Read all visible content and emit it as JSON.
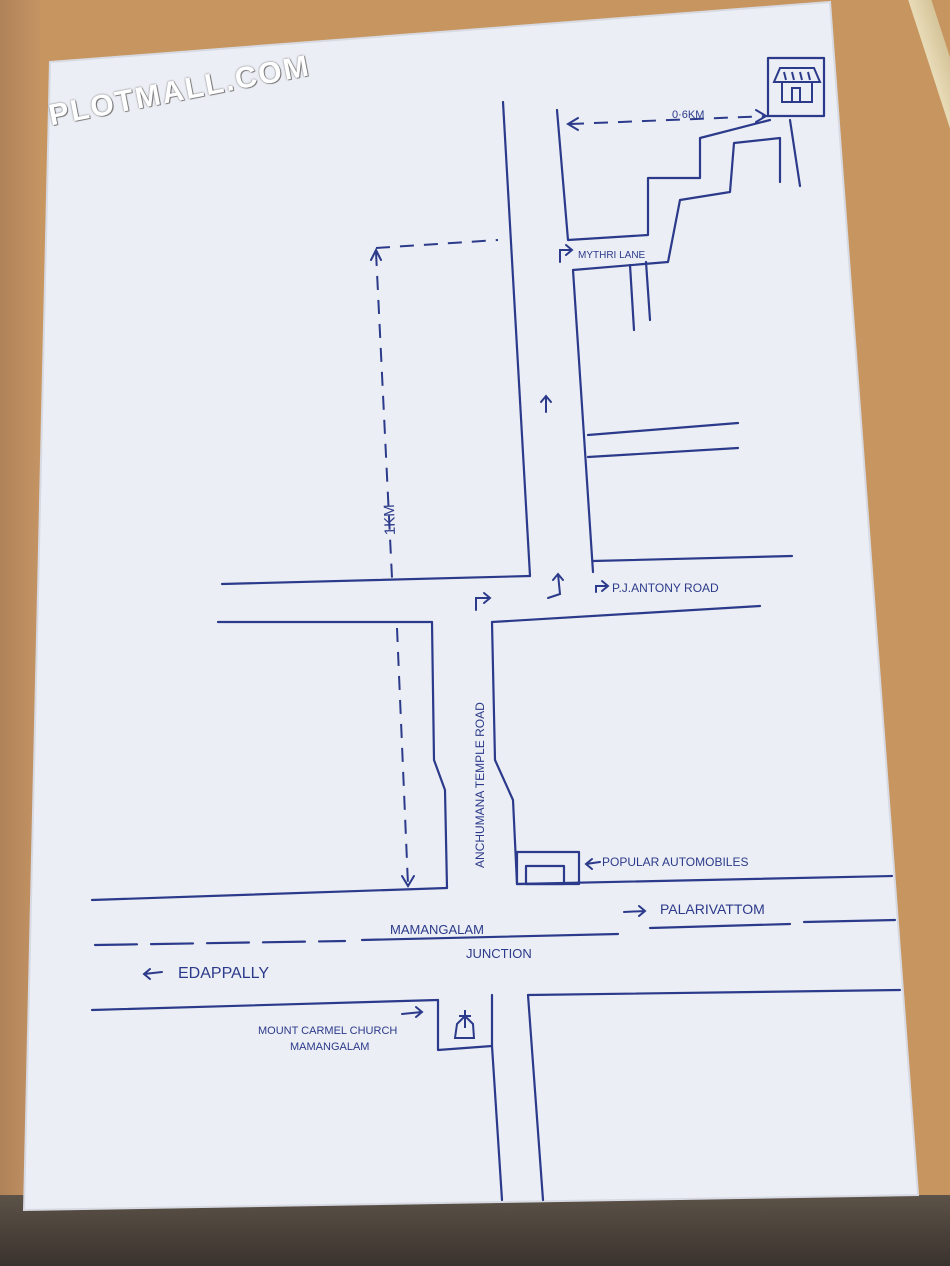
{
  "watermark": "PLOTMALL.COM",
  "labels": {
    "distance_top": "0·6KM",
    "mythri_lane": "MYTHRI LANE",
    "distance_left": "1KM",
    "pj_antony_road": "P.J.ANTONY ROAD",
    "temple_road": "ANCHUMANA TEMPLE ROAD",
    "popular_automobiles": "POPULAR AUTOMOBILES",
    "palarivattom": "PALARIVATTOM",
    "junction_line1": "MAMANGALAM",
    "junction_line2": "JUNCTION",
    "edappally": "EDAPPALLY",
    "church_line1": "MOUNT CARMEL CHURCH",
    "church_line2": "MAMANGALAM"
  },
  "icons": {
    "destination": "house-icon",
    "church": "church-icon"
  },
  "colors": {
    "ink": "#2b3a8a",
    "paper": "#eef0f6",
    "watermark": "#ffffff"
  }
}
